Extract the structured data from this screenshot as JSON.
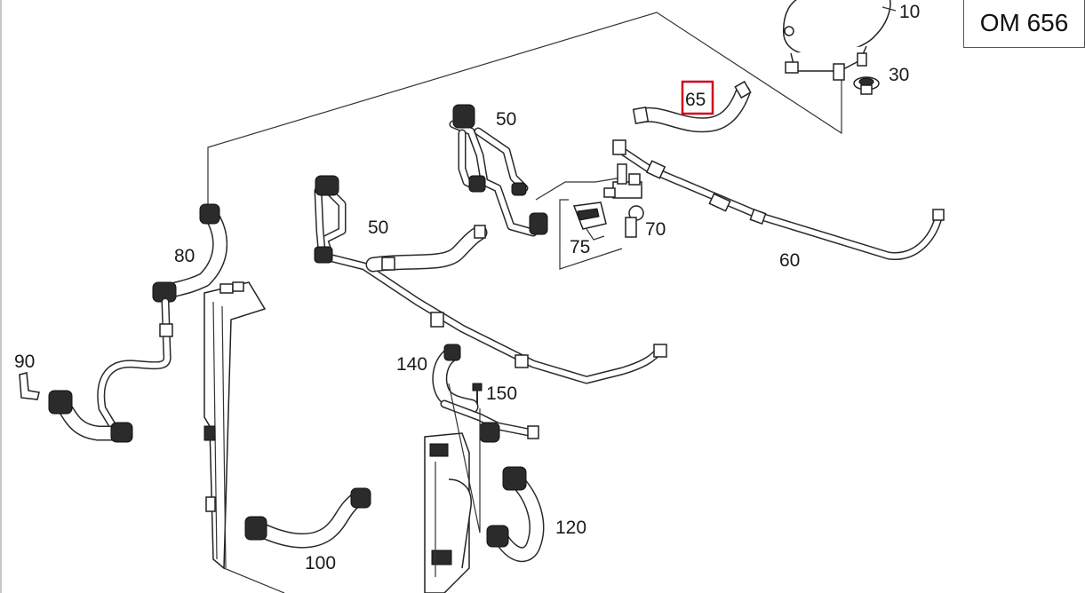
{
  "model_label": "OM 656",
  "callouts": {
    "c10": "10",
    "c30": "30",
    "c50a": "50",
    "c50b": "50",
    "c60": "60",
    "c65": "65",
    "c70": "70",
    "c75": "75",
    "c80": "80",
    "c90": "90",
    "c100": "100",
    "c120": "120",
    "c140": "140",
    "c150": "150"
  },
  "highlight": {
    "part": "65",
    "color": "#d0021b"
  },
  "colors": {
    "line": "#2a2a2a",
    "background": "#ffffff"
  }
}
